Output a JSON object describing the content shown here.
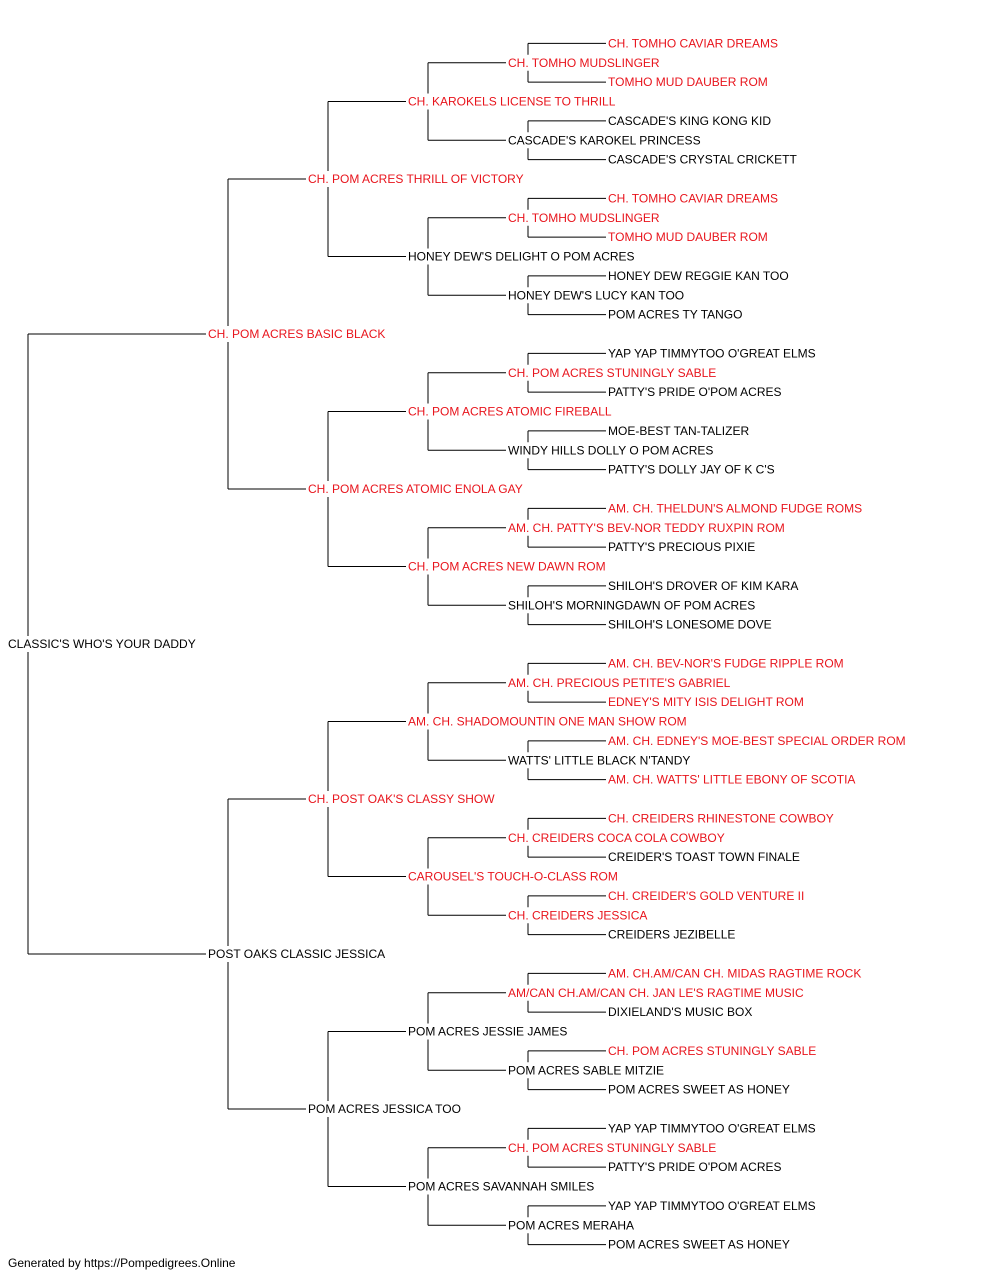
{
  "colors": {
    "champion": "#e8141c",
    "normal": "#000000",
    "line": "#000000"
  },
  "footer": "Generated by https://Pompedigrees.Online",
  "pedigree": {
    "name": "CLASSIC'S WHO'S YOUR DADDY",
    "ch": false,
    "sire": {
      "name": "CH. POM ACRES BASIC BLACK",
      "ch": true,
      "sire": {
        "name": "CH. POM ACRES THRILL OF VICTORY",
        "ch": true,
        "sire": {
          "name": "CH. KAROKELS LICENSE TO THRILL",
          "ch": true,
          "sire": {
            "name": "CH. TOMHO MUDSLINGER",
            "ch": true,
            "sire": {
              "name": "CH. TOMHO CAVIAR DREAMS",
              "ch": true
            },
            "dam": {
              "name": "TOMHO MUD DAUBER ROM",
              "ch": true
            }
          },
          "dam": {
            "name": "CASCADE'S KAROKEL PRINCESS",
            "ch": false,
            "sire": {
              "name": "CASCADE'S KING KONG KID",
              "ch": false
            },
            "dam": {
              "name": "CASCADE'S CRYSTAL CRICKETT",
              "ch": false
            }
          }
        },
        "dam": {
          "name": "HONEY DEW'S DELIGHT O POM ACRES",
          "ch": false,
          "sire": {
            "name": "CH. TOMHO MUDSLINGER",
            "ch": true,
            "sire": {
              "name": "CH. TOMHO CAVIAR DREAMS",
              "ch": true
            },
            "dam": {
              "name": "TOMHO MUD DAUBER ROM",
              "ch": true
            }
          },
          "dam": {
            "name": "HONEY DEW'S LUCY KAN TOO",
            "ch": false,
            "sire": {
              "name": "HONEY DEW REGGIE KAN TOO",
              "ch": false
            },
            "dam": {
              "name": "POM ACRES TY TANGO",
              "ch": false
            }
          }
        }
      },
      "dam": {
        "name": "CH. POM ACRES ATOMIC ENOLA GAY",
        "ch": true,
        "sire": {
          "name": "CH. POM ACRES ATOMIC FIREBALL",
          "ch": true,
          "sire": {
            "name": "CH. POM ACRES STUNINGLY SABLE",
            "ch": true,
            "sire": {
              "name": "YAP YAP TIMMYTOO O'GREAT ELMS",
              "ch": false
            },
            "dam": {
              "name": "PATTY'S PRIDE O'POM ACRES",
              "ch": false
            }
          },
          "dam": {
            "name": "WINDY HILLS DOLLY O POM ACRES",
            "ch": false,
            "sire": {
              "name": "MOE-BEST TAN-TALIZER",
              "ch": false
            },
            "dam": {
              "name": "PATTY'S DOLLY JAY OF K C'S",
              "ch": false
            }
          }
        },
        "dam": {
          "name": "CH. POM ACRES NEW DAWN ROM",
          "ch": true,
          "sire": {
            "name": "AM. CH. PATTY'S BEV-NOR TEDDY RUXPIN ROM",
            "ch": true,
            "sire": {
              "name": "AM. CH. THELDUN'S ALMOND FUDGE ROMS",
              "ch": true
            },
            "dam": {
              "name": "PATTY'S PRECIOUS PIXIE",
              "ch": false
            }
          },
          "dam": {
            "name": "SHILOH'S MORNINGDAWN OF POM ACRES",
            "ch": false,
            "sire": {
              "name": "SHILOH'S DROVER OF KIM KARA",
              "ch": false
            },
            "dam": {
              "name": "SHILOH'S LONESOME DOVE",
              "ch": false
            }
          }
        }
      }
    },
    "dam": {
      "name": "POST OAKS CLASSIC JESSICA",
      "ch": false,
      "sire": {
        "name": "CH. POST OAK'S CLASSY SHOW",
        "ch": true,
        "sire": {
          "name": "AM. CH. SHADOMOUNTIN ONE MAN SHOW ROM",
          "ch": true,
          "sire": {
            "name": "AM. CH. PRECIOUS PETITE'S GABRIEL",
            "ch": true,
            "sire": {
              "name": "AM. CH. BEV-NOR'S FUDGE RIPPLE ROM",
              "ch": true
            },
            "dam": {
              "name": "EDNEY'S MITY ISIS DELIGHT ROM",
              "ch": true
            }
          },
          "dam": {
            "name": "WATTS' LITTLE BLACK N'TANDY",
            "ch": false,
            "sire": {
              "name": "AM. CH. EDNEY'S MOE-BEST SPECIAL ORDER ROM",
              "ch": true
            },
            "dam": {
              "name": "AM. CH. WATTS' LITTLE EBONY OF SCOTIA",
              "ch": true
            }
          }
        },
        "dam": {
          "name": "CAROUSEL'S TOUCH-O-CLASS ROM",
          "ch": true,
          "sire": {
            "name": "CH. CREIDERS COCA COLA COWBOY",
            "ch": true,
            "sire": {
              "name": "CH. CREIDERS RHINESTONE COWBOY",
              "ch": true
            },
            "dam": {
              "name": "CREIDER'S TOAST TOWN FINALE",
              "ch": false
            }
          },
          "dam": {
            "name": "CH. CREIDERS JESSICA",
            "ch": true,
            "sire": {
              "name": "CH. CREIDER'S GOLD VENTURE II",
              "ch": true
            },
            "dam": {
              "name": "CREIDERS JEZIBELLE",
              "ch": false
            }
          }
        }
      },
      "dam": {
        "name": "POM ACRES JESSICA TOO",
        "ch": false,
        "sire": {
          "name": "POM ACRES JESSIE JAMES",
          "ch": false,
          "sire": {
            "name": "AM/CAN CH.AM/CAN CH. JAN LE'S RAGTIME MUSIC",
            "ch": true,
            "sire": {
              "name": "AM. CH.AM/CAN CH. MIDAS RAGTIME ROCK",
              "ch": true
            },
            "dam": {
              "name": "DIXIELAND'S MUSIC BOX",
              "ch": false
            }
          },
          "dam": {
            "name": "POM ACRES SABLE MITZIE",
            "ch": false,
            "sire": {
              "name": "CH. POM ACRES STUNINGLY SABLE",
              "ch": true
            },
            "dam": {
              "name": "POM ACRES SWEET AS HONEY",
              "ch": false
            }
          }
        },
        "dam": {
          "name": "POM ACRES SAVANNAH SMILES",
          "ch": false,
          "sire": {
            "name": "CH. POM ACRES STUNINGLY SABLE",
            "ch": true,
            "sire": {
              "name": "YAP YAP TIMMYTOO O'GREAT ELMS",
              "ch": false
            },
            "dam": {
              "name": "PATTY'S PRIDE O'POM ACRES",
              "ch": false
            }
          },
          "dam": {
            "name": "POM ACRES MERAHA",
            "ch": false,
            "sire": {
              "name": "YAP YAP TIMMYTOO O'GREAT ELMS",
              "ch": false
            },
            "dam": {
              "name": "POM ACRES SWEET AS HONEY",
              "ch": false
            }
          }
        }
      }
    }
  }
}
